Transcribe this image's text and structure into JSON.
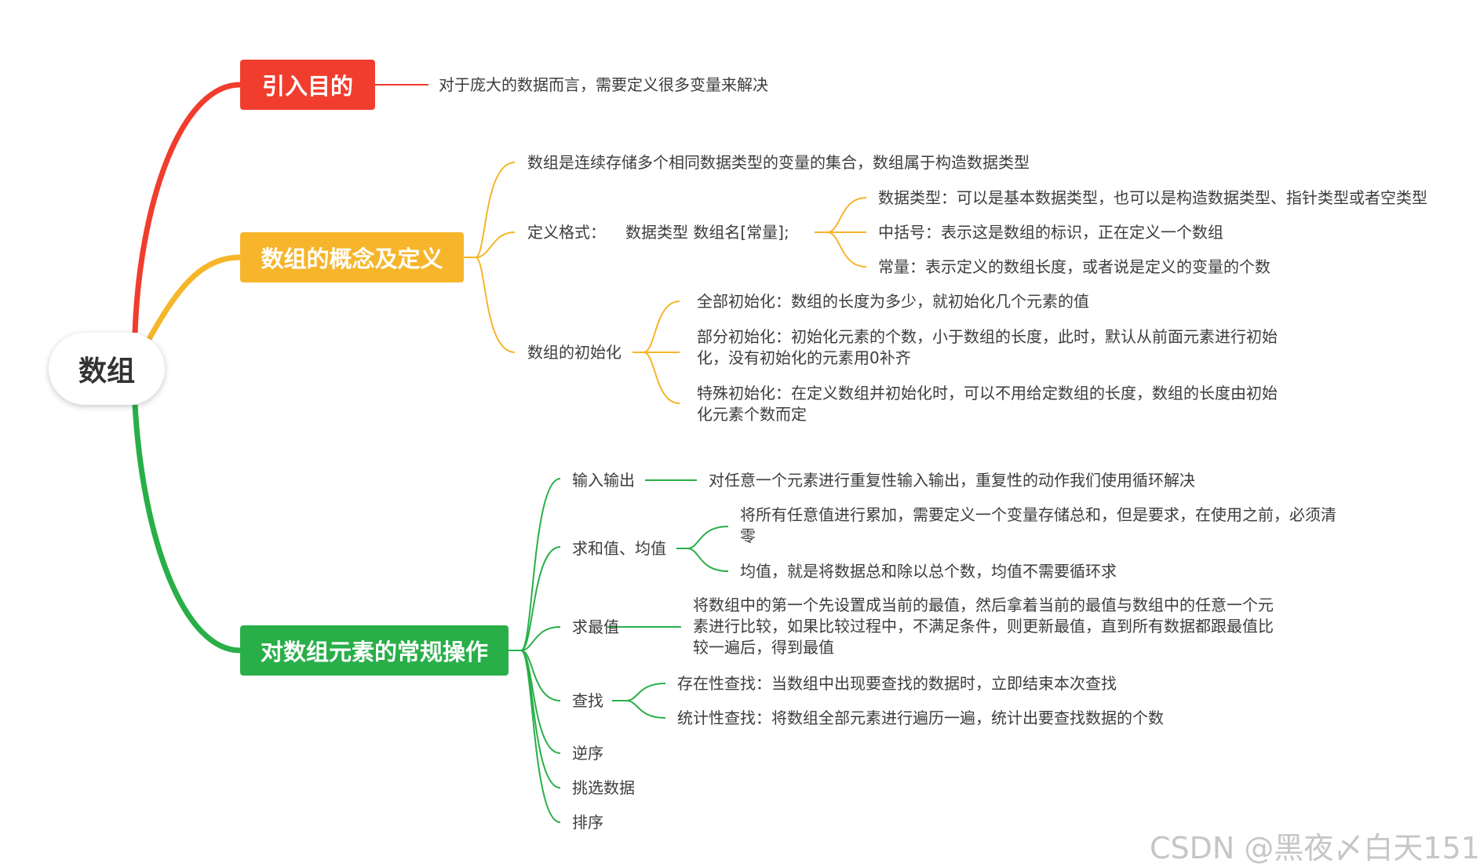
{
  "root": {
    "label": "数组"
  },
  "branches": [
    {
      "label": "引入目的",
      "color": "#f13d2e",
      "items": [
        "对于庞大的数据而言，需要定义很多变量来解决"
      ]
    },
    {
      "label": "数组的概念及定义",
      "color": "#f6b52a",
      "items": [
        {
          "label": "数组是连续存储多个相同数据类型的变量的集合，数组属于构造数据类型"
        },
        {
          "label": "定义格式：",
          "value": "数据类型  数组名[常量];",
          "children": [
            "数据类型：可以是基本数据类型，也可以是构造数据类型、指针类型或者空类型",
            "中括号：表示这是数组的标识，正在定义一个数组",
            "常量：表示定义的数组长度，或者说是定义的变量的个数"
          ]
        },
        {
          "label": "数组的初始化",
          "children": [
            "全部初始化：数组的长度为多少，就初始化几个元素的值",
            "部分初始化：初始化元素的个数，小于数组的长度，此时，默认从前面元素进行初始化，没有初始化的元素用0补齐",
            "特殊初始化：在定义数组并初始化时，可以不用给定数组的长度，数组的长度由初始化元素个数而定"
          ]
        }
      ]
    },
    {
      "label": "对数组元素的常规操作",
      "color": "#28af48",
      "items": [
        {
          "label": "输入输出",
          "children": [
            "对任意一个元素进行重复性输入输出，重复性的动作我们使用循环解决"
          ]
        },
        {
          "label": "求和值、均值",
          "children": [
            "将所有任意值进行累加，需要定义一个变量存储总和，但是要求，在使用之前，必须清零",
            "均值，就是将数据总和除以总个数，均值不需要循环求"
          ]
        },
        {
          "label": "求最值",
          "children": [
            "将数组中的第一个先设置成当前的最值，然后拿着当前的最值与数组中的任意一个元素进行比较，如果比较过程中，不满足条件，则更新最值，直到所有数据都跟最值比较一遍后，得到最值"
          ]
        },
        {
          "label": "查找",
          "children": [
            "存在性查找：当数组中出现要查找的数据时，立即结束本次查找",
            "统计性查找：将数组全部元素进行遍历一遍，统计出要查找数据的个数"
          ]
        },
        {
          "label": "逆序"
        },
        {
          "label": "挑选数据"
        },
        {
          "label": "排序"
        }
      ]
    }
  ],
  "watermark": "CSDN @黑夜〆白天151"
}
